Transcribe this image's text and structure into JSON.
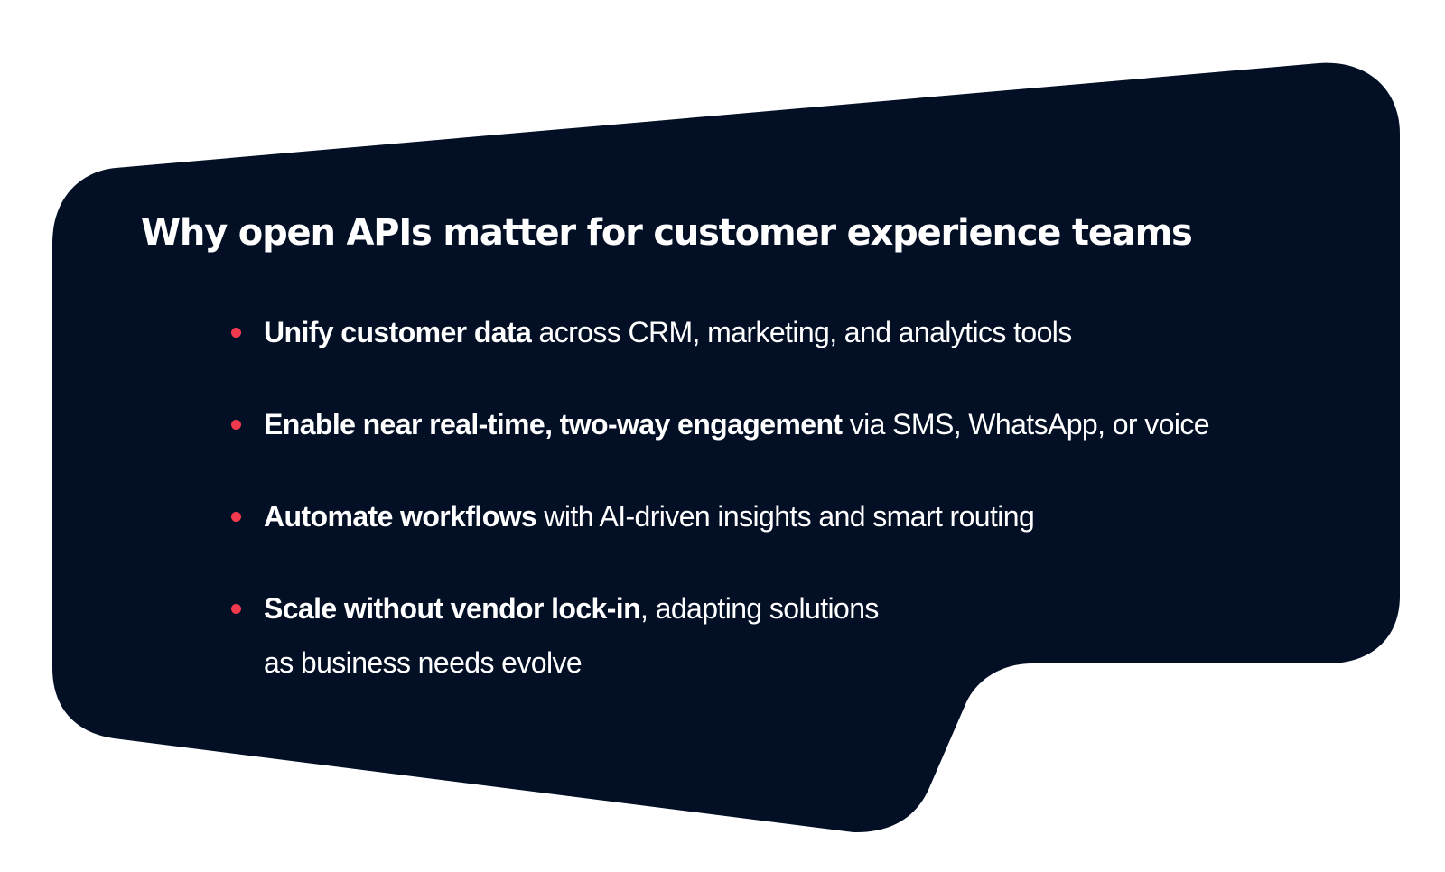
{
  "colors": {
    "panel_background": "#020f25",
    "page_background": "#ffffff",
    "text": "#ffffff",
    "bullet_accent": "#f23a4e"
  },
  "card": {
    "title": "Why open APIs matter for customer experience teams",
    "bullets": [
      {
        "bold": "Unify customer data",
        "rest": " across CRM, marketing, and analytics tools",
        "continuation": ""
      },
      {
        "bold": "Enable near real-time, two-way engagement",
        "rest": " via SMS, WhatsApp, or voice",
        "continuation": ""
      },
      {
        "bold": "Automate workflows",
        "rest": " with AI-driven insights and smart routing",
        "continuation": ""
      },
      {
        "bold": "Scale without vendor lock-in",
        "rest": ", adapting solutions",
        "continuation": "as business needs evolve"
      }
    ],
    "bullet_icon": "dot-bullet-icon"
  }
}
